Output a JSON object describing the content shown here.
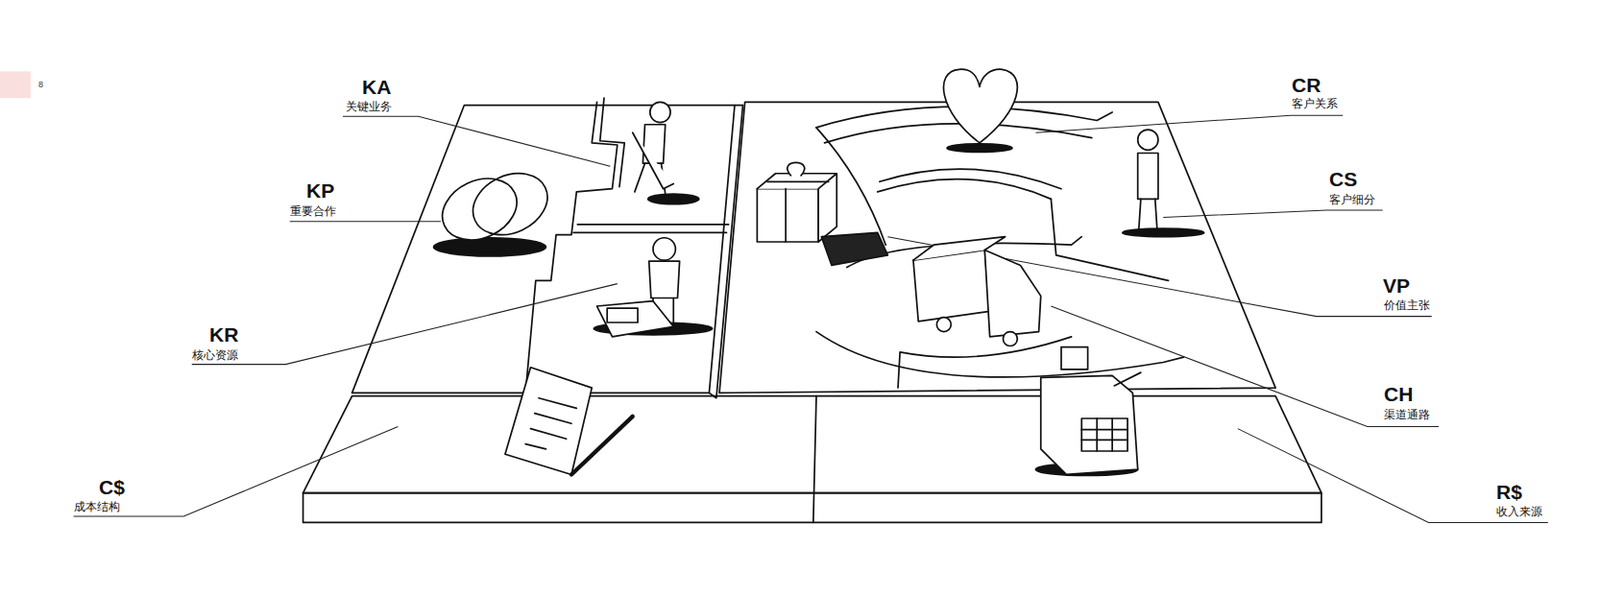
{
  "diagram": {
    "labels": [
      "8",
      "KA",
      "关键业务",
      "KP",
      "重要合作",
      "KR",
      "核心资源",
      "C$",
      "成本结构",
      "CR",
      "客户关系",
      "CS",
      "客户细分",
      "VP",
      "价值主张",
      "CH",
      "渠道通路",
      "R$",
      "收入来源"
    ]
  }
}
